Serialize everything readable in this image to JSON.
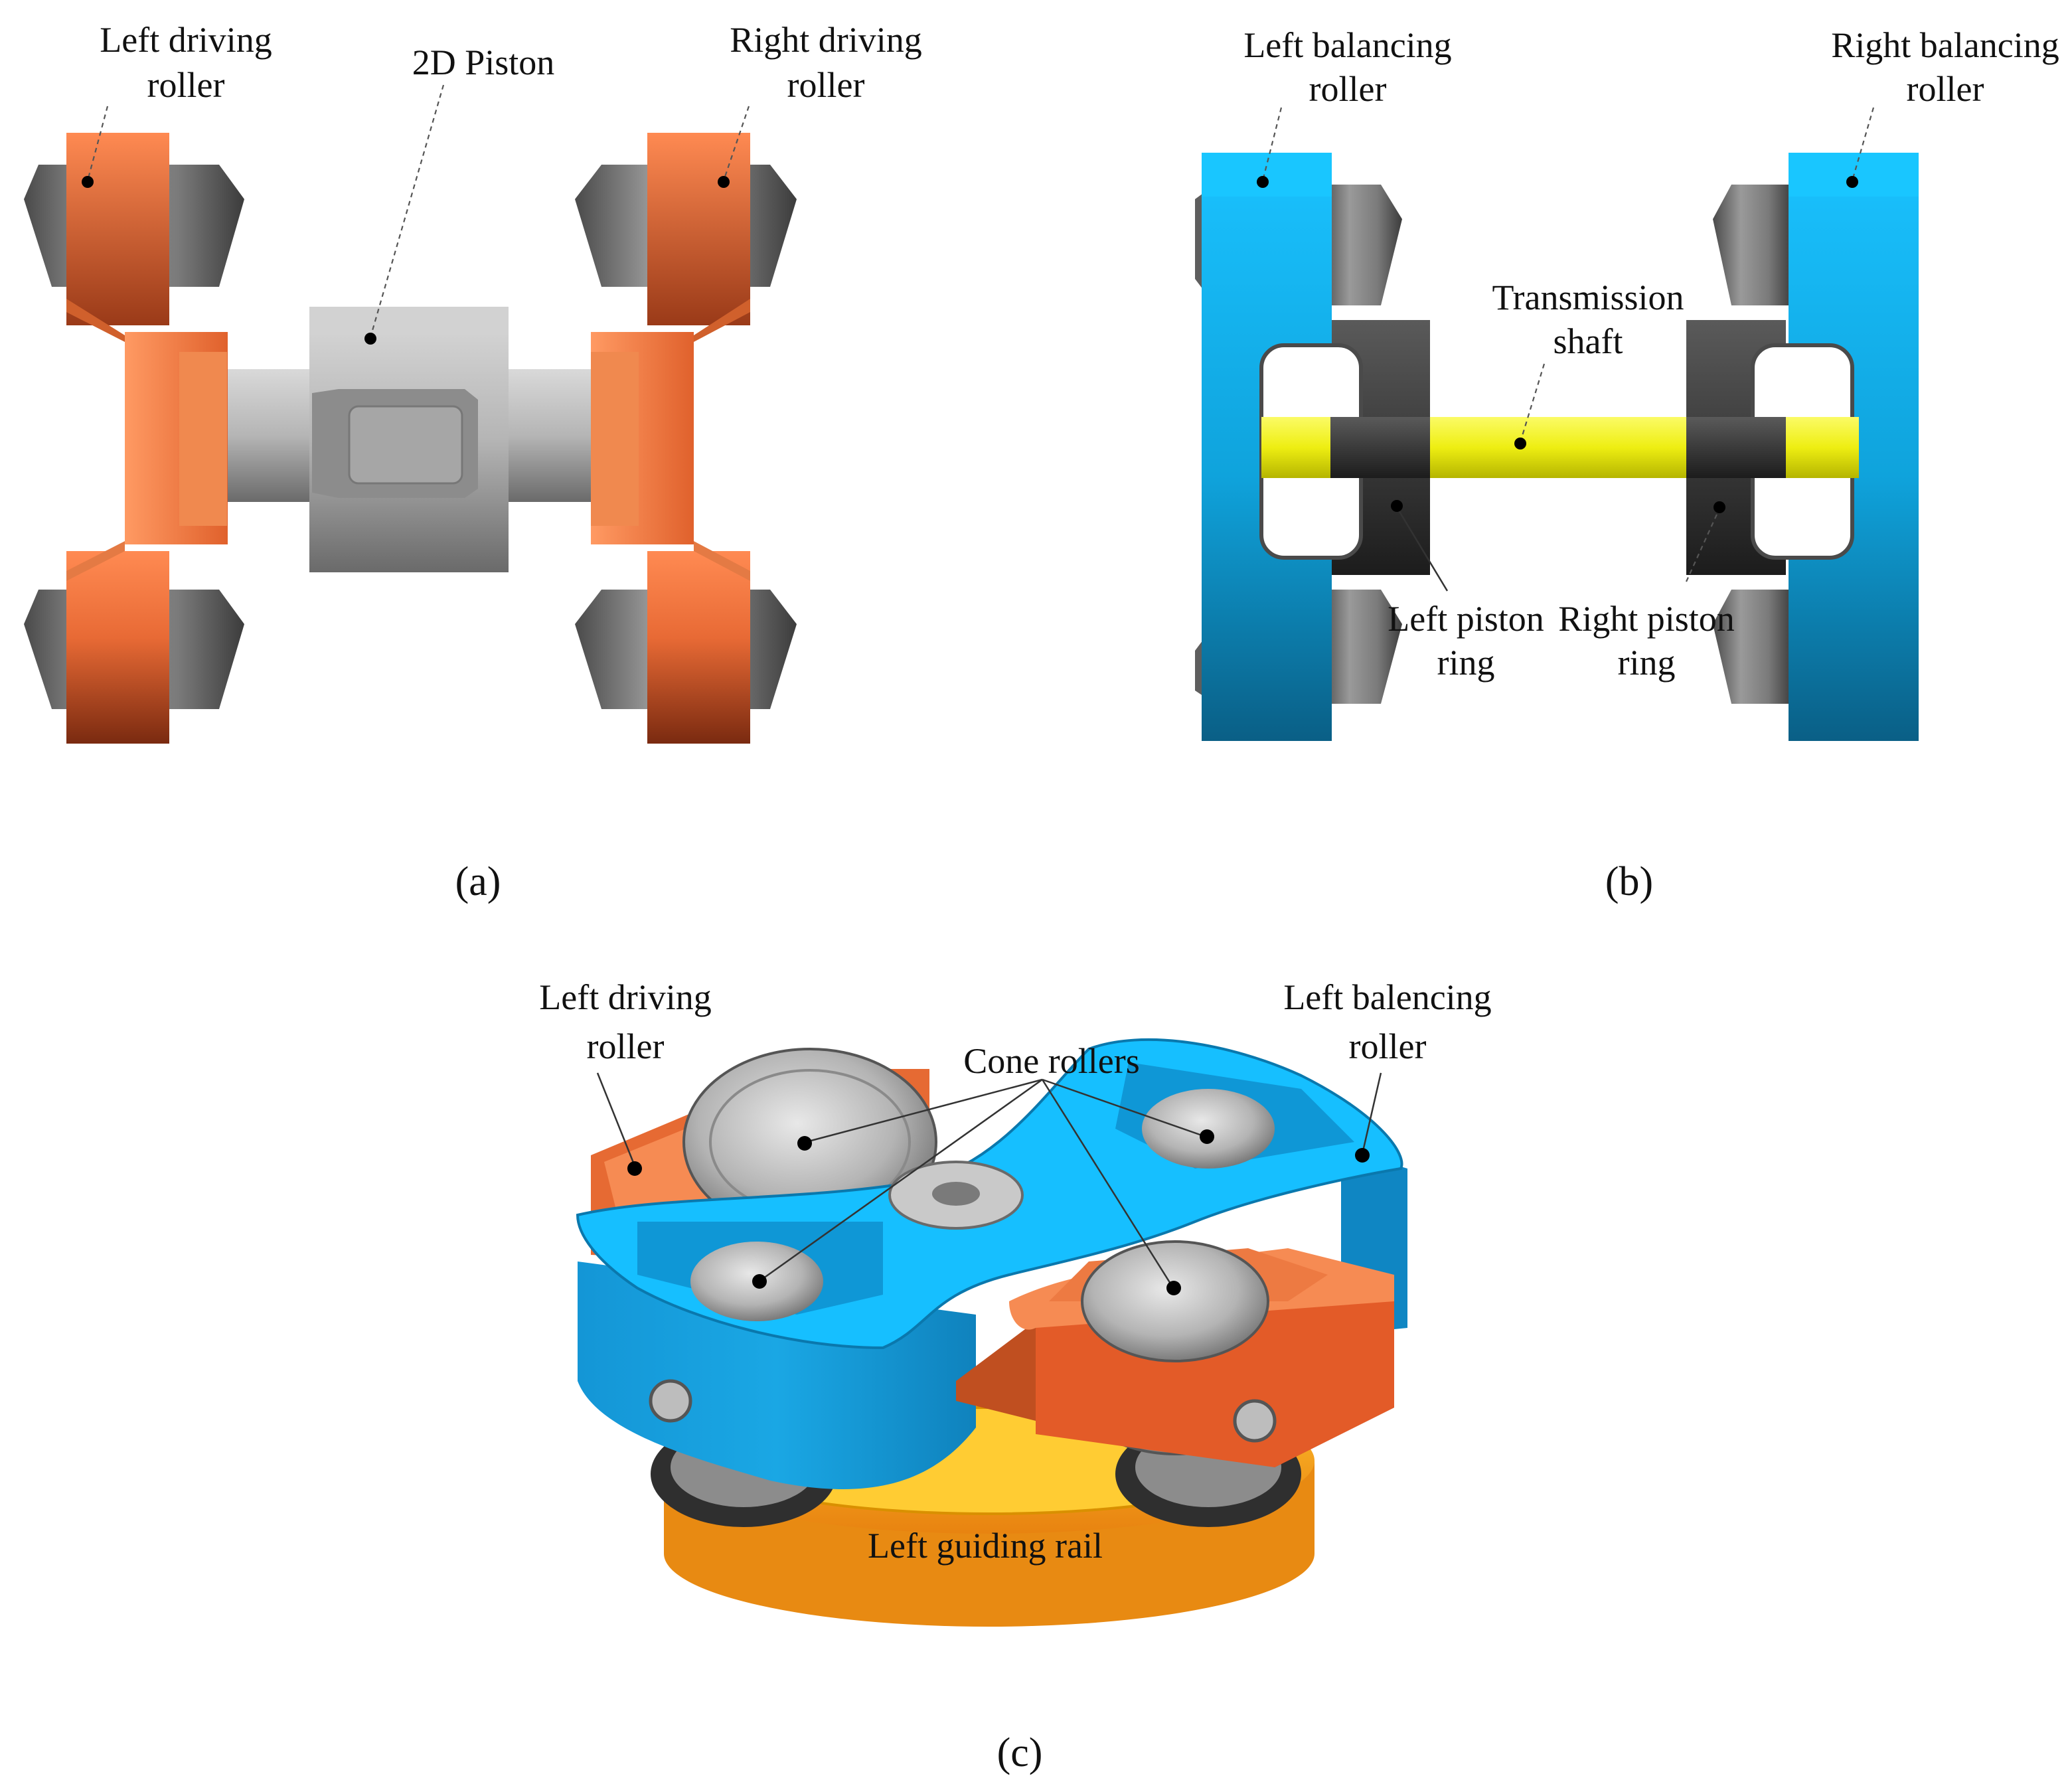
{
  "panel_a": {
    "caption": "(a)",
    "labels": {
      "left_driving_roller": [
        "Left driving",
        "roller"
      ],
      "piston": "2D Piston",
      "right_driving_roller": [
        "Right driving",
        "roller"
      ]
    }
  },
  "panel_b": {
    "caption": "(b)",
    "labels": {
      "left_balancing_roller": [
        "Left balancing",
        "roller"
      ],
      "right_balancing_roller": [
        "Right balancing",
        "roller"
      ],
      "transmission_shaft": [
        "Transmission",
        "shaft"
      ],
      "left_piston_ring": [
        "Left piston",
        "ring"
      ],
      "right_piston_ring": [
        "Right piston",
        "ring"
      ]
    }
  },
  "panel_c": {
    "caption": "(c)",
    "labels": {
      "left_driving_roller": [
        "Left driving",
        "roller"
      ],
      "left_balencing_roller": [
        "Left balencing",
        "roller"
      ],
      "cone_rollers": "Cone rollers",
      "left_guiding_rail": "Left guiding rail"
    }
  },
  "colors": {
    "driving_roller": "#f47a45",
    "balancing_roller": "#14b4f0",
    "piston": "#b8b8b8",
    "cone": "#6c6c6c",
    "shaft": "#f2f21c",
    "piston_ring": "#3a3a3a",
    "guiding_rail": "#f5a623"
  }
}
